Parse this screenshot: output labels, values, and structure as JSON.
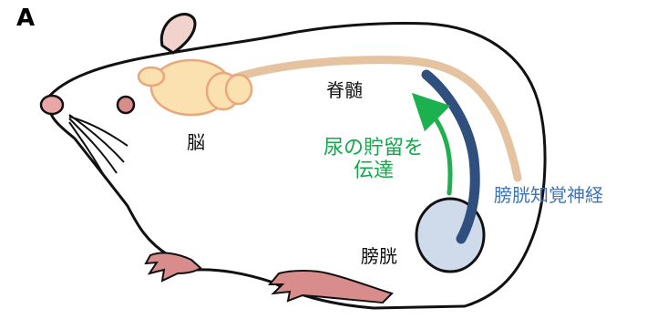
{
  "panel_letter": "A",
  "labels": {
    "spinal_cord": "脊髄",
    "brain": "脳",
    "storage_line1": "尿の貯留を",
    "storage_line2": "伝達",
    "sensory_nerve": "膀胱知覚神経",
    "bladder": "膀胱"
  },
  "colors": {
    "outline": "#111111",
    "brain_fill": "#fbe1b0",
    "brain_stroke": "#e8a87c",
    "spinal_cord": "#e6c3a0",
    "paw": "#d98c8c",
    "ear": "#f2d2cc",
    "nerve": "#2f4f7f",
    "bladder_fill": "#cfdbea",
    "arrow": "#1db04f"
  }
}
